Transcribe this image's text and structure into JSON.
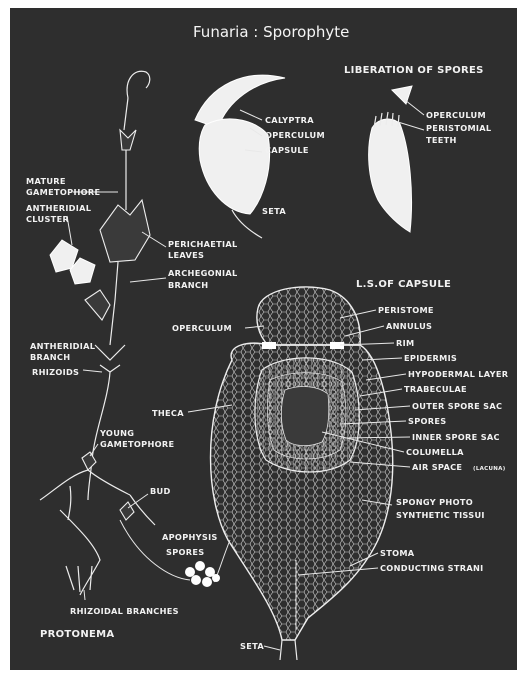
{
  "title": "Funaria : Sporophyte",
  "headings": {
    "liberation": "LIBERATION OF SPORES",
    "ls_capsule": "L.S.OF CAPSULE",
    "protonema": "PROTONEMA"
  },
  "labels": {
    "calyptra": "CALYPTRA",
    "operculum_top": "OPERCULUM",
    "capsule": "CAPSULE",
    "seta_top": "SETA",
    "operculum_lib": "OPERCULUM",
    "peristomial_1": "PERISTOMIAL",
    "peristomial_2": "TEETH",
    "mature_1": "MATURE",
    "mature_2": "GAMETOPHORE",
    "antheridial_1": "ANTHERIDIAL",
    "antheridial_2": "CLUSTER",
    "perichaetial_1": "PERICHAETIAL",
    "perichaetial_2": "LEAVES",
    "archegonial_1": "ARCHEGONIAL",
    "archegonial_2": "BRANCH",
    "antheridial_branch_1": "ANTHERIDIAL",
    "antheridial_branch_2": "BRANCH",
    "rhizoids": "RHIZOIDS",
    "young_1": "YOUNG",
    "young_2": "GAMETOPHORE",
    "bud": "BUD",
    "rhizoidal_branches": "RHIZOIDAL BRANCHES",
    "operculum_ls": "OPERCULUM",
    "peristome": "PERISTOME",
    "annulus": "ANNULUS",
    "rim": "RIM",
    "epidermis": "EPIDERMIS",
    "hypodermal": "HYPODERMAL LAYER",
    "trabeculae": "TRABECULAE",
    "outer_spore_sac": "OUTER SPORE SAC",
    "spores_ls": "SPORES",
    "inner_spore_sac": "INNER SPORE SAC",
    "columella": "COLUMELLA",
    "air_space": "AIR SPACE",
    "lacuna": "(LACUNA)",
    "theca": "THECA",
    "spongy_1": "SPONGY PHOTO",
    "spongy_2": "SYNTHETIC TISSUI",
    "apophysis": "APOPHYSIS",
    "spores_free": "SPORES",
    "stoma": "STOMA",
    "conducting": "CONDUCTING STRANI",
    "seta_bottom": "SETA"
  }
}
